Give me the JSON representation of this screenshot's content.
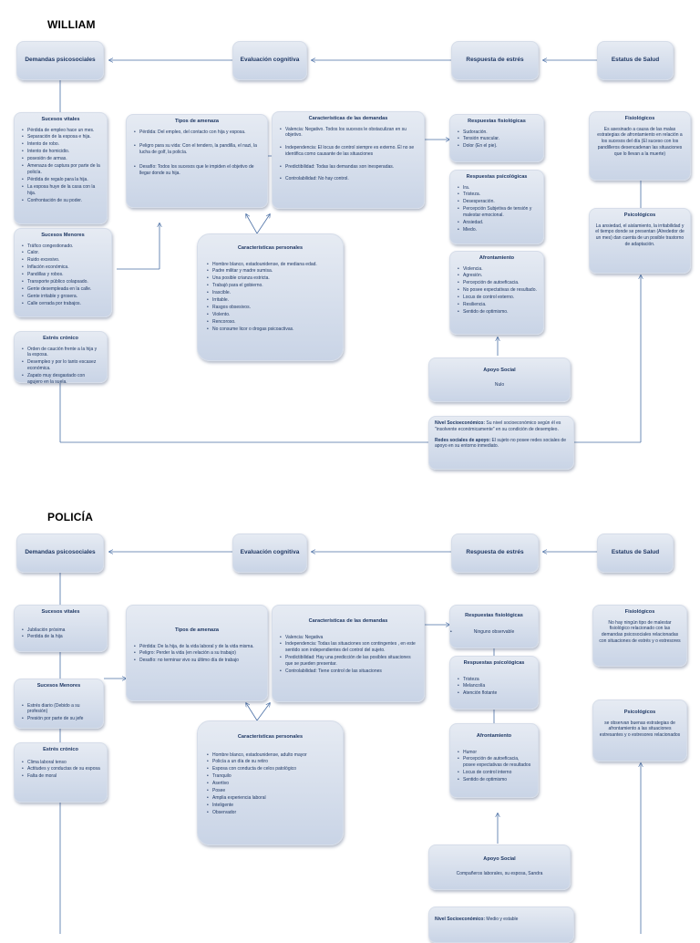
{
  "william": {
    "title": "WILLIAM",
    "headers": {
      "demandas": "Demandas psicosociales",
      "evaluacion": "Evaluación cognitiva",
      "respuesta": "Respuesta de estrés",
      "estatus": "Estatus de Salud"
    },
    "sucesos_vitales": {
      "title": "Sucesos vitales",
      "items": [
        "Pérdida de empleo hace un mes.",
        "Separación de la esposa e hija.",
        "Intento de robo.",
        "Intento de homicidio.",
        "posesión de armas.",
        "Amenaza de captura por parte de la policía.",
        "Pérdida de regalo para la hija.",
        "La esposa huye de la casa con la hija.",
        "Confrontación de su poder."
      ]
    },
    "sucesos_menores": {
      "title": "Sucesos Menores",
      "items": [
        "Tráfico congestionado.",
        "Calor.",
        "Ruido excesivo.",
        "Inflación económica.",
        "Pandillas y robos.",
        "Transporte público colapsado.",
        "Gente desempleada en la calle.",
        "Gente irritable y grosera.",
        "Calle cerrada por trabajos."
      ]
    },
    "estres_cronico": {
      "title": "Estrés crónico",
      "items": [
        "Orden de caución frente a la hija y la esposa.",
        "Desempleo y por lo tanto escasez económica.",
        "Zapato muy desgastado con agujero en la suela."
      ]
    },
    "tipos_amenaza": {
      "title": "Tipos de amenaza",
      "items": [
        "Pérdida: Del empleo, del contacto con hija y esposa.",
        "Peligro para su vida: Con el tendero, la pandilla, el nazi, la lucha de golf, la policía.",
        "Desafío: Todos los sucesos que le impiden el objetivo de llegar donde su hija."
      ]
    },
    "caracteristicas_demandas": {
      "title": "Características de las  demandas",
      "items": [
        "Valencia: Negativo. Todos los sucesos le obstaculizan en su objetivo.",
        "Independencia: El locus de control siempre es externo. Él no se identifica como causante de las situaciones",
        "Predictibilidad:  Todas las demandas son inesperadas.",
        "Controlabilidad: No hay control."
      ]
    },
    "caracteristicas_personales": {
      "title": "Características personales",
      "items": [
        "Hombre blanco, estadounidense, de mediana edad.",
        "Padre militar y madre sumisa.",
        "Una posible crianza estricta.",
        "Trabajó para el gobierno.",
        "Irascible.",
        "Irritable.",
        "Rasgos obsesivos.",
        "Violento.",
        "Rencoroso.",
        "No consume licor o drogas psicoactivas."
      ]
    },
    "respuestas_fisiologicas": {
      "title": "Respuestas fisiológicas",
      "items": [
        "Sudoración.",
        "Tensión muscular.",
        "Dolor (En el pie)."
      ]
    },
    "respuestas_psicologicas": {
      "title": "Respuestas psicológicas",
      "items": [
        "Ira.",
        "Tristeza.",
        "Desesperación.",
        "Percepción Subjetiva de tensión y malestar emocional.",
        "Ansiedad.",
        "Miedo."
      ]
    },
    "afrontamiento": {
      "title": "Afrontamiento",
      "items": [
        "Violencia.",
        "Agresión.",
        "Percepción de autoeficacia.",
        "No posee expectativas de resultado.",
        "Locus de control externo.",
        "Resiliencia.",
        "Sentido de optimismo."
      ]
    },
    "apoyo_social": {
      "title": "Apoyo Social",
      "text": "Nulo"
    },
    "nivel": {
      "label1": "Nivel Socioeconómico:",
      "text1": " Su nivel socioeconómico según él es \"insolvente económicamente\" en su condición de desempleo.",
      "label2": "Redes sociales de apoyo:",
      "text2": " El sujeto no posee redes sociales de apoyo en su entorno inmediato."
    },
    "fisiologicos": {
      "title": "Fisiológicos",
      "text": "Es asesinado a causa de las malas estrategias de afrontamiento en relación a los sucesos del día (El suceso con los pandilleros desencadenan las situaciones que lo llevan a la muerte)"
    },
    "psicologicos": {
      "title": "Psicológicos",
      "text": "La ansiedad, el aislamiento, la irritabilidad y el tiempo donde se presentan (Alrededor de un mes) dan cuenta de un posible trastorno de adaptación."
    }
  },
  "policia": {
    "title": "POLICÍA",
    "headers": {
      "demandas": "Demandas psicosociales",
      "evaluacion": "Evaluación cognitiva",
      "respuesta": "Respuesta de estrés",
      "estatus": "Estatus de Salud"
    },
    "sucesos_vitales": {
      "title": "Sucesos vitales",
      "items": [
        "Jubilación próxima",
        "Perdida de la hija"
      ]
    },
    "sucesos_menores": {
      "title": "Sucesos Menores",
      "items": [
        "Estrés diario (Debido a su profesión)",
        "Presión por parte de su jefe"
      ]
    },
    "estres_cronico": {
      "title": "Estrés crónico",
      "items": [
        "Clima laboral tenso",
        "Actitudes y conductas de su esposa",
        "Falta de moral"
      ]
    },
    "tipos_amenaza": {
      "title": "Tipos de amenaza",
      "items": [
        "Pérdida: De la hija, de la vida laboral y de la vida misma.",
        "Peligro: Perder la vida (en relación a su trabajo)",
        "Desafío: no terminar vivo su último día de trabajo"
      ]
    },
    "caracteristicas_demandas": {
      "title": "Características de las  demandas",
      "items": [
        "Valencia: Negativa",
        "Independencia: Todas las situaciones son contingentes , en este sentido son independientes del control del sujeto.",
        "Predictibilidad: Hay una predicción de las posibles situaciones que se pueden presentar.",
        "Controlabilidad: Tiene control de las  situaciones"
      ]
    },
    "caracteristicas_personales": {
      "title": "Características personales",
      "items": [
        "Hombre blanco, estadounidense,  adulto mayor",
        "Policía a un día de su retiro",
        "Esposa con conducta de celos patológico",
        "Tranquilo",
        "Asertivo",
        "Posee",
        "Amplia experiencia laboral",
        "Inteligente",
        "Observador"
      ]
    },
    "respuestas_fisiologicas": {
      "title": "Respuestas fisiológicas",
      "items": [
        "Ninguno observable"
      ]
    },
    "respuestas_psicologicas": {
      "title": "Respuestas psicológicas",
      "items": [
        "Tristeza",
        "Melancolía",
        "Atención flotante"
      ]
    },
    "afrontamiento": {
      "title": "Afrontamiento",
      "items": [
        "Humor",
        "Percepción de autoeficacia, posee expectativas de resultados",
        "Locus de control interno",
        "Sentido de optimismo"
      ]
    },
    "apoyo_social": {
      "title": "Apoyo Social",
      "text": "Compañeros laborales, su esposa, Sandra"
    },
    "nivel": {
      "label1": "Nivel Socioeconómico:",
      "text1": " Medio y estable"
    },
    "fisiologicos": {
      "title": "Fisiológicos",
      "text": "No hay ningún tipo de malestar fisiológico relacionado con las demandas psicosociales relacionadas con situaciones de estrés y o estresores"
    },
    "psicologicos": {
      "title": "Psicológicos",
      "text": "se observan buenas estrategias de afrontamiento a las situaciones estresantes y o estresores relacionados"
    }
  }
}
